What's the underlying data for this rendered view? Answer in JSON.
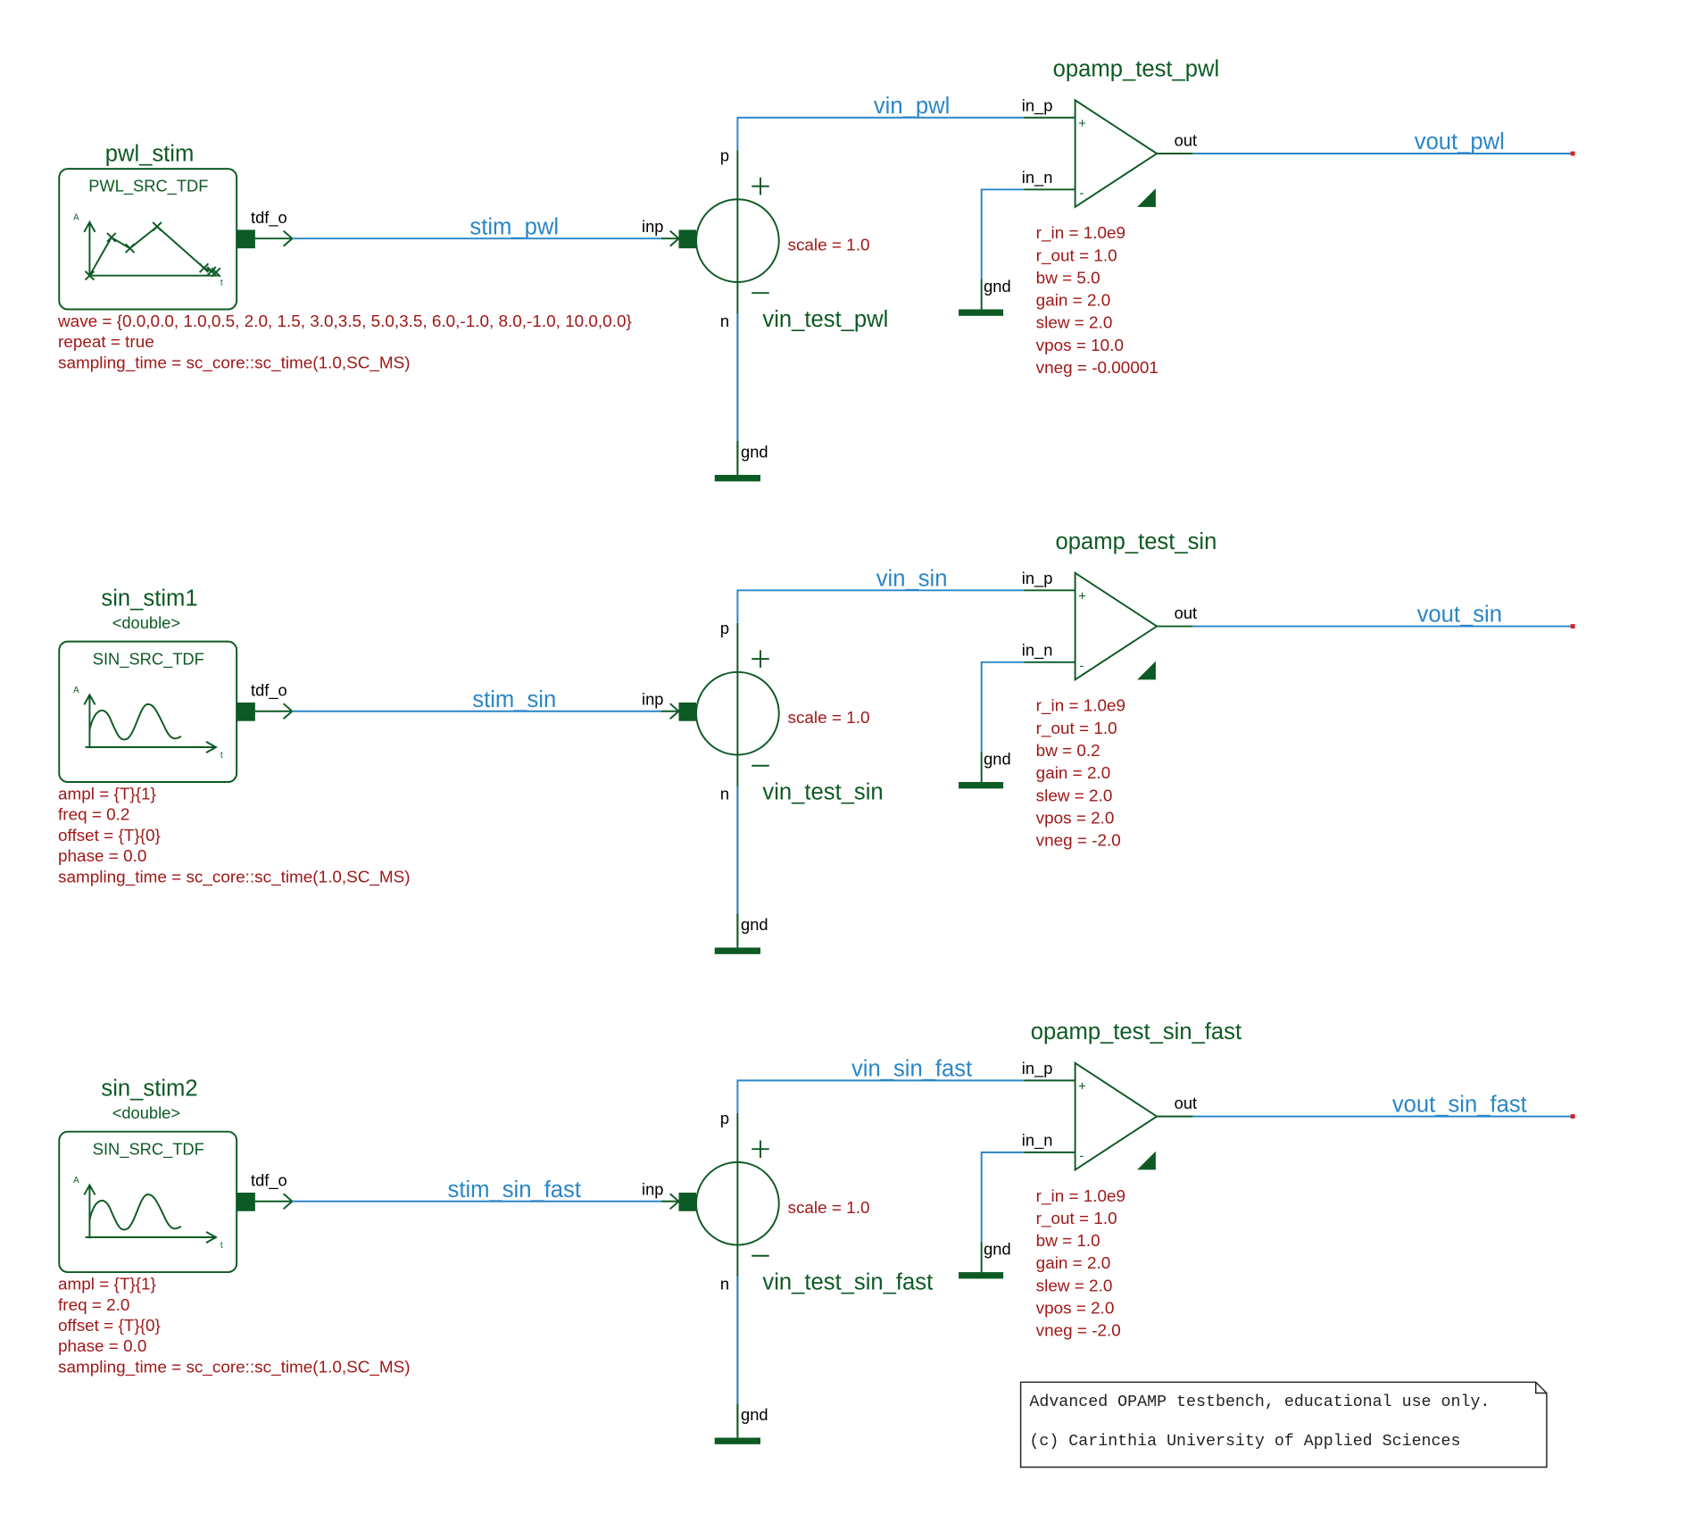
{
  "rows": [
    {
      "stim": {
        "name": "pwl_stim",
        "type": "",
        "block": "PWL_SRC_TDF",
        "icon": "pwl-waveform-icon",
        "port": "tdf_o",
        "params": [
          "wave = {0.0,0.0, 1.0,0.5, 2.0, 1.5, 3.0,3.5, 5.0,3.5, 6.0,-1.0, 8.0,-1.0, 10.0,0.0}",
          "repeat = true",
          "sampling_time = sc_core::sc_time(1.0,SC_MS)"
        ]
      },
      "stim_net": "stim_pwl",
      "vsrc": {
        "name": "vin_test_pwl",
        "port_in": "inp",
        "port_p": "p",
        "port_n": "n",
        "gnd": "gnd",
        "param": "scale = 1.0"
      },
      "vin_net": "vin_pwl",
      "opamp": {
        "name": "opamp_test_pwl",
        "port_in_p": "in_p",
        "port_in_n": "in_n",
        "port_out": "out",
        "gnd": "gnd",
        "params": [
          "r_in = 1.0e9",
          "r_out = 1.0",
          "bw = 5.0",
          "gain = 2.0",
          "slew = 2.0",
          "vpos = 10.0",
          "vneg = -0.00001"
        ]
      },
      "vout_net": "vout_pwl"
    },
    {
      "stim": {
        "name": "sin_stim1",
        "type": "<double>",
        "block": "SIN_SRC_TDF",
        "icon": "sine-waveform-icon",
        "port": "tdf_o",
        "params": [
          "ampl = {T}{1}",
          "freq = 0.2",
          "offset = {T}{0}",
          "phase = 0.0",
          "sampling_time = sc_core::sc_time(1.0,SC_MS)"
        ]
      },
      "stim_net": "stim_sin",
      "vsrc": {
        "name": "vin_test_sin",
        "port_in": "inp",
        "port_p": "p",
        "port_n": "n",
        "gnd": "gnd",
        "param": "scale = 1.0"
      },
      "vin_net": "vin_sin",
      "opamp": {
        "name": "opamp_test_sin",
        "port_in_p": "in_p",
        "port_in_n": "in_n",
        "port_out": "out",
        "gnd": "gnd",
        "params": [
          "r_in = 1.0e9",
          "r_out = 1.0",
          "bw = 0.2",
          "gain = 2.0",
          "slew = 2.0",
          "vpos = 2.0",
          "vneg = -2.0"
        ]
      },
      "vout_net": "vout_sin"
    },
    {
      "stim": {
        "name": "sin_stim2",
        "type": "<double>",
        "block": "SIN_SRC_TDF",
        "icon": "sine-waveform-icon",
        "port": "tdf_o",
        "params": [
          "ampl = {T}{1}",
          "freq = 2.0",
          "offset = {T}{0}",
          "phase = 0.0",
          "sampling_time = sc_core::sc_time(1.0,SC_MS)"
        ]
      },
      "stim_net": "stim_sin_fast",
      "vsrc": {
        "name": "vin_test_sin_fast",
        "port_in": "inp",
        "port_p": "p",
        "port_n": "n",
        "gnd": "gnd",
        "param": "scale = 1.0"
      },
      "vin_net": "vin_sin_fast",
      "opamp": {
        "name": "opamp_test_sin_fast",
        "port_in_p": "in_p",
        "port_in_n": "in_n",
        "port_out": "out",
        "gnd": "gnd",
        "params": [
          "r_in = 1.0e9",
          "r_out = 1.0",
          "bw = 1.0",
          "gain = 2.0",
          "slew = 2.0",
          "vpos = 2.0",
          "vneg = -2.0"
        ]
      },
      "vout_net": "vout_sin_fast"
    }
  ],
  "icon_labels": {
    "axis_y": "A",
    "axis_x": "t",
    "plus": "+",
    "minus": "-"
  },
  "note": {
    "lines": [
      "Advanced OPAMP testbench, educational use only.",
      "(c) Carinthia University of Applied Sciences"
    ]
  },
  "colors": {
    "component": "#0d5a24",
    "wire": "#2a86c8",
    "param": "#a01818",
    "port_label": "#000000",
    "terminal_marker": "#e02020"
  }
}
